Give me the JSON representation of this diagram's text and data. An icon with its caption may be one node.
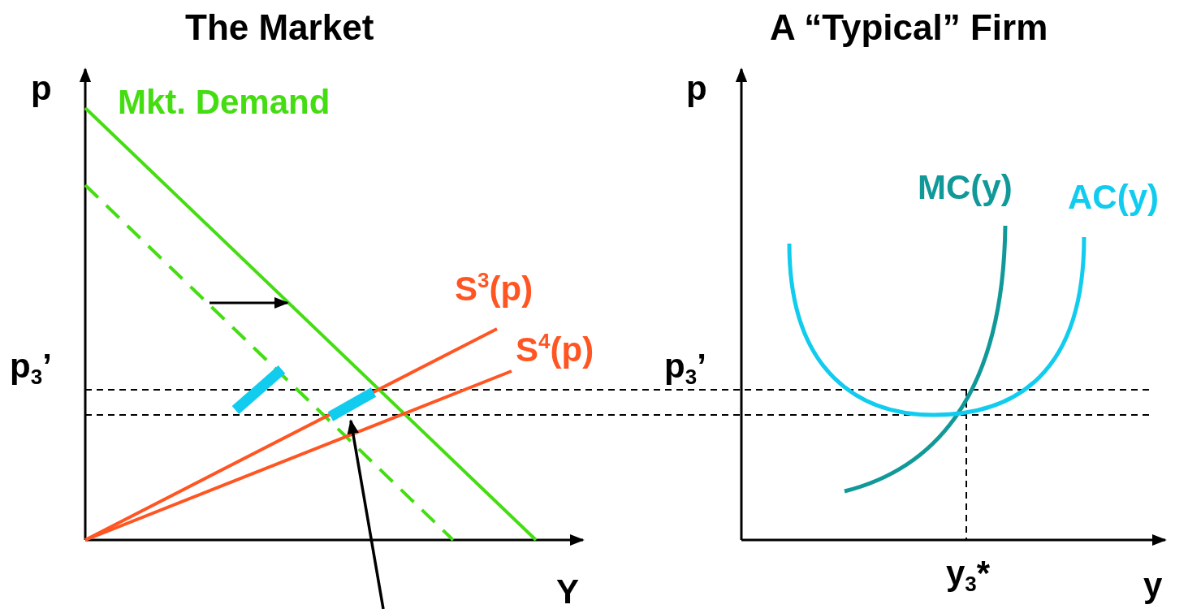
{
  "diagram": {
    "nodes": [
      {
        "text": [],
        "shape": "bar"
      },
      {
        "text": [],
        "shape": "bar"
      }
    ],
    "edges": [
      {
        "from": null,
        "to": 1,
        "arrow": "to"
      }
    ],
    "labels": [
      "The Market",
      "A “Typical” Firm",
      "p",
      "Mkt. Demand",
      "p",
      "MC(y)",
      "AC(y)",
      "S$^{3}$(p)",
      "S$^{4}$(p)",
      "p$_{3}$’",
      "p$_{3}$’",
      "y$_{3}$*",
      "Y",
      "y"
    ]
  }
}
